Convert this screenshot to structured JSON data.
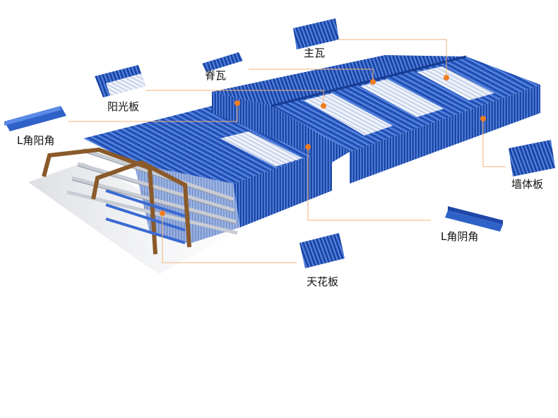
{
  "diagram": {
    "labels": {
      "main_tile": "主瓦",
      "ridge_tile": "脊瓦",
      "skylight_panel": "阳光板",
      "l_outer_corner": "L角阳角",
      "wall_panel": "墙体板",
      "l_inner_corner": "L角阴角",
      "ceiling_panel": "天花板"
    },
    "colors": {
      "panel_blue": "#2f62c9",
      "panel_blue_dark": "#1f47a8",
      "panel_blue_light": "#5a8ae6",
      "steel_frame": "#8a5a2b",
      "purlin": "#c8ccd4",
      "leader_line": "#f2b27a",
      "marker": "#ef7d22"
    }
  }
}
